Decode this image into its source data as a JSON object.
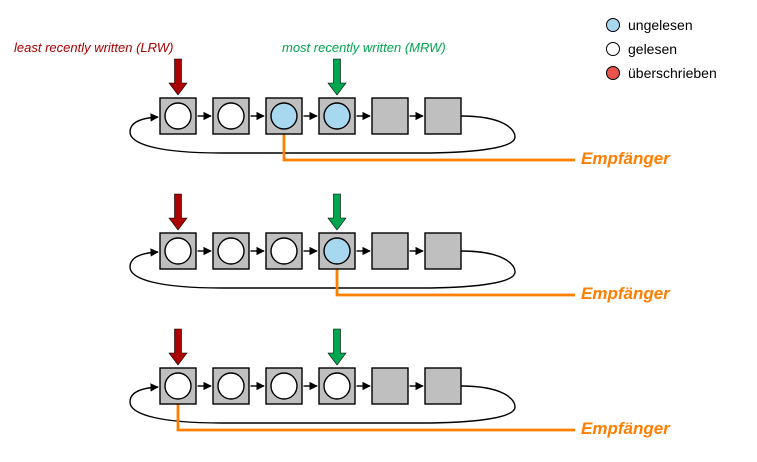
{
  "labels": {
    "lrw": "least recently written (LRW)",
    "mrw": "most recently written (MRW)",
    "empfaenger": "Empfänger"
  },
  "legend": {
    "items": [
      {
        "label": "ungelesen",
        "state": "unread"
      },
      {
        "label": "gelesen",
        "state": "read"
      },
      {
        "label": "überschrieben",
        "state": "overwritten"
      }
    ]
  },
  "colors": {
    "unread": "#A8D7F0",
    "read": "#FFFFFF",
    "overwritten": "#E8534B",
    "square": "#BFBFBF",
    "line": "#000000",
    "lrw": "#AA0000",
    "mrw": "#00A54F",
    "receiver": "#FF7E00"
  },
  "buffer_rows": [
    {
      "cells": [
        "read",
        "read",
        "unread",
        "unread",
        "empty",
        "empty"
      ],
      "lrw_index": 0,
      "mrw_index": 3,
      "receiver_index": 2
    },
    {
      "cells": [
        "read",
        "read",
        "read",
        "unread",
        "empty",
        "empty"
      ],
      "lrw_index": 0,
      "mrw_index": 3,
      "receiver_index": 3
    },
    {
      "cells": [
        "read",
        "read",
        "read",
        "read",
        "empty",
        "empty"
      ],
      "lrw_index": 0,
      "mrw_index": 3,
      "receiver_index": 0
    }
  ]
}
